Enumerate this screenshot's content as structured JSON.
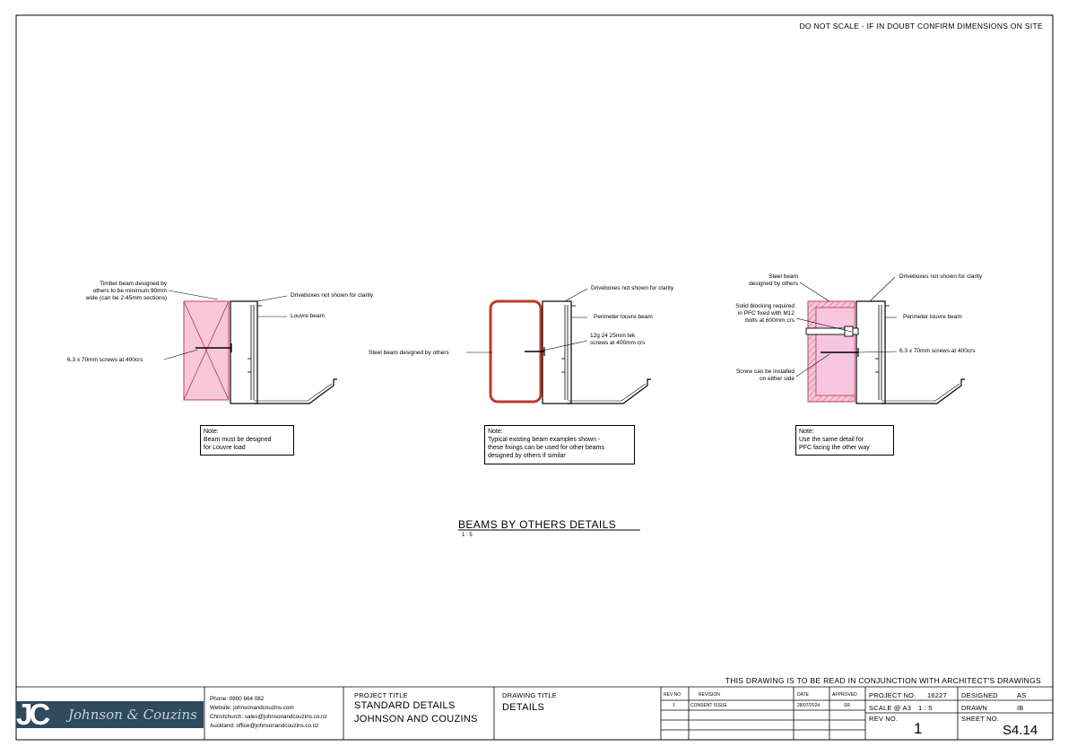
{
  "header": {
    "scale_warning": "DO NOT SCALE - IF IN DOUBT CONFIRM DIMENSIONS ON SITE"
  },
  "details": {
    "left": {
      "label_timber": [
        "Timber beam designed by",
        "others to be minimum 90mm",
        "wide (can be 2-45mm sections)"
      ],
      "label_driveboxes": "Driveboxes not shown for clarity",
      "label_beam": "Louvre beam",
      "label_screws": "6.3 x 70mm screws at 400crs",
      "note": [
        "Note:",
        "Beam must be designed",
        "for Louvre load"
      ]
    },
    "middle": {
      "label_driveboxes": "Driveboxes not shown for clarity",
      "label_beam": "Perimeter louvre beam",
      "label_steel": "Steel beam designed by others",
      "label_screws": [
        "12g 24 25mm tek",
        "screws at 400mm crs"
      ],
      "note": [
        "Note:",
        "Typical existing beam examples shown -",
        "these fixings can be used for other beams",
        "designed by others if similar"
      ]
    },
    "right": {
      "label_steel": [
        "Steel beam",
        "designed by others"
      ],
      "label_driveboxes": "Driveboxes not shown for clarity",
      "label_blocking": [
        "Solid blocking required",
        "in PFC fixed with M12",
        "bolts at 600mm crs"
      ],
      "label_beam": "Perimeter louvre beam",
      "label_screws": "6.3 x 70mm screws at 400crs",
      "label_screw_side": [
        "Screw can be installed",
        "on either side"
      ],
      "note": [
        "Note:",
        "Use the same detail for",
        "PFC facing the other way"
      ]
    }
  },
  "detail_title": {
    "title": "BEAMS BY OTHERS DETAILS",
    "scale": "1 : 5"
  },
  "conjunction_note": "THIS DRAWING IS TO BE READ IN CONJUNCTION WITH ARCHITECT'S DRAWINGS",
  "title_block": {
    "logo": {
      "initials": "JC",
      "name": "Johnson & Couzins"
    },
    "contact": [
      "Phone: 0800 664 082",
      "Website: johnsonandcouzins.com",
      "Christchurch: sales@johnsonandcouzins.co.nz",
      "Auckland: office@johnsonandcouzins.co.nz"
    ],
    "project_title_label": "PROJECT TITLE",
    "project_title": [
      "STANDARD DETAILS",
      "JOHNSON AND COUZINS"
    ],
    "drawing_title_label": "DRAWING TITLE",
    "drawing_title": "DETAILS",
    "revision_table": {
      "headers": [
        "REV NO",
        "REVISION",
        "DATE",
        "APPROVED"
      ],
      "rows": [
        [
          "1",
          "CONSENT ISSUE",
          "28/07/2024",
          "SR"
        ]
      ]
    },
    "project_no_label": "PROJECT NO.",
    "project_no": "16227",
    "designed_label": "DESIGNED",
    "designed": "AS",
    "scale_label": "SCALE @ A3",
    "scale": "1 : 5",
    "drawn_label": "DRAWN",
    "drawn": "IB",
    "rev_no_label": "REV NO.",
    "rev_no": "1",
    "sheet_no_label": "SHEET NO.",
    "sheet_no": "S4.14"
  }
}
